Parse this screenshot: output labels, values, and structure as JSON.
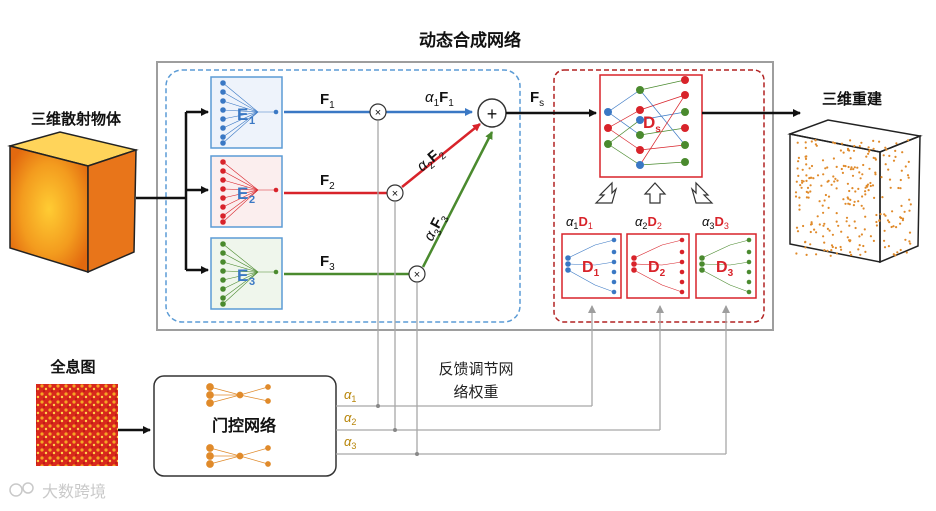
{
  "title": "动态合成网络",
  "input_object": "三维散射物体",
  "output": "三维重建",
  "hologram": "全息图",
  "gating_network": "门控网络",
  "feedback": {
    "line1": "反馈调节网",
    "line2": "络权重"
  },
  "watermark": "大数跨境",
  "sum_symbol": "+",
  "mult_symbol": "×",
  "encoders": [
    {
      "label": "E",
      "sub": "1",
      "color": "#3a78c4"
    },
    {
      "label": "E",
      "sub": "2",
      "color": "#d8232a"
    },
    {
      "label": "E",
      "sub": "3",
      "color": "#4a8a2e"
    }
  ],
  "features": [
    {
      "label": "F",
      "sub": "1"
    },
    {
      "label": "F",
      "sub": "2"
    },
    {
      "label": "F",
      "sub": "3"
    }
  ],
  "weighted_features": [
    {
      "alpha": "α",
      "asub": "1",
      "label": "F",
      "sub": "1"
    },
    {
      "alpha": "α",
      "asub": "2",
      "label": "F",
      "sub": "2"
    },
    {
      "alpha": "α",
      "asub": "3",
      "label": "F",
      "sub": "3"
    }
  ],
  "fused": {
    "label": "F",
    "sub": "s"
  },
  "decoder_s": {
    "label": "D",
    "sub": "s"
  },
  "decoders": [
    {
      "label": "D",
      "sub": "1",
      "alpha": "α",
      "asub": "1"
    },
    {
      "label": "D",
      "sub": "2",
      "alpha": "α",
      "asub": "2"
    },
    {
      "label": "D",
      "sub": "3",
      "alpha": "α",
      "asub": "3"
    }
  ],
  "gate_outputs": [
    {
      "alpha": "α",
      "sub": "1"
    },
    {
      "alpha": "α",
      "sub": "2"
    },
    {
      "alpha": "α",
      "sub": "3"
    }
  ],
  "colors": {
    "blue": "#3a78c4",
    "red": "#d8232a",
    "green": "#4a8a2e",
    "orange": "#e08a2a",
    "gold": "#b8860b",
    "darkred": "#b22222",
    "gray": "#9e9e9e"
  }
}
